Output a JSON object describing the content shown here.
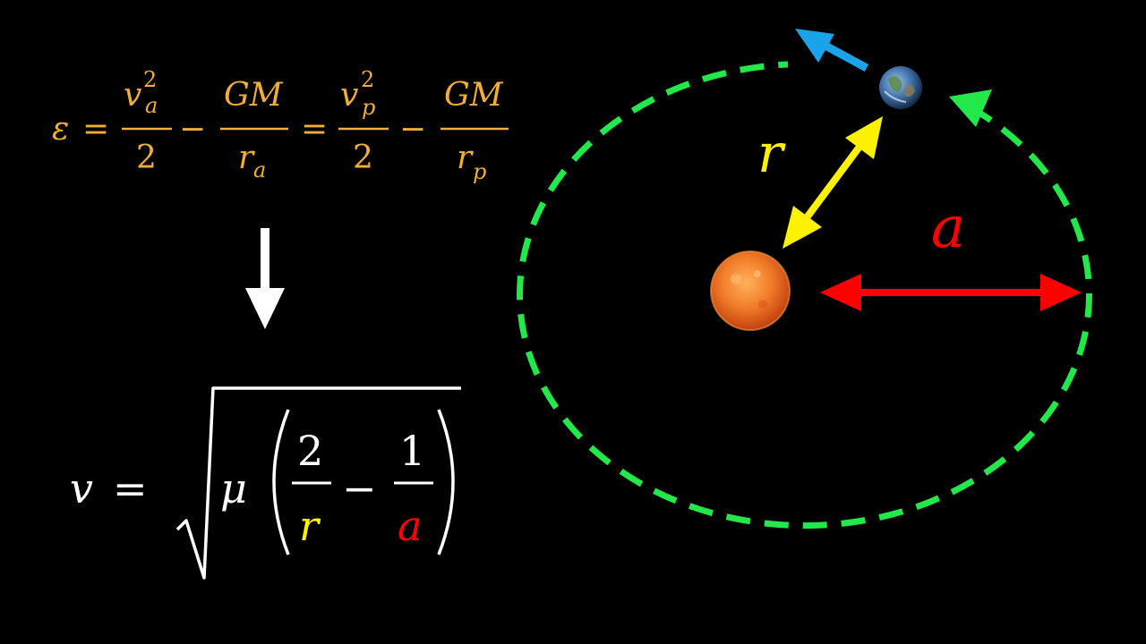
{
  "colors": {
    "background": "#000000",
    "energy_equation": "#F0AE37",
    "speed_equation": "#FFFFFF",
    "radius_r": "#FFF200",
    "semi_major_axis_a": "#FF0000",
    "orbit": "#22E84A",
    "velocity_arrow": "#1AA3E8",
    "sun": "#F07A28",
    "planet": "#3E6FA8"
  },
  "energy_equation": {
    "epsilon": "ε",
    "equals": "=",
    "minus": "−",
    "v": "v",
    "sub_a": "a",
    "sub_p": "p",
    "squared": "2",
    "two": "2",
    "gm": "GM",
    "r": "r"
  },
  "derivation_arrow_icon": "down-arrow-icon",
  "speed_equation": {
    "v": "v",
    "equals": "=",
    "mu": "μ",
    "numerator_two": "2",
    "denominator_r": "r",
    "minus": "−",
    "numerator_one": "1",
    "denominator_a": "a"
  },
  "diagram_labels": {
    "r": "r",
    "a": "a"
  },
  "icons": {
    "sun": "sun-icon",
    "planet": "earth-icon",
    "velocity": "velocity-arrow-icon",
    "orbit_direction": "orbit-direction-arrow-icon"
  }
}
